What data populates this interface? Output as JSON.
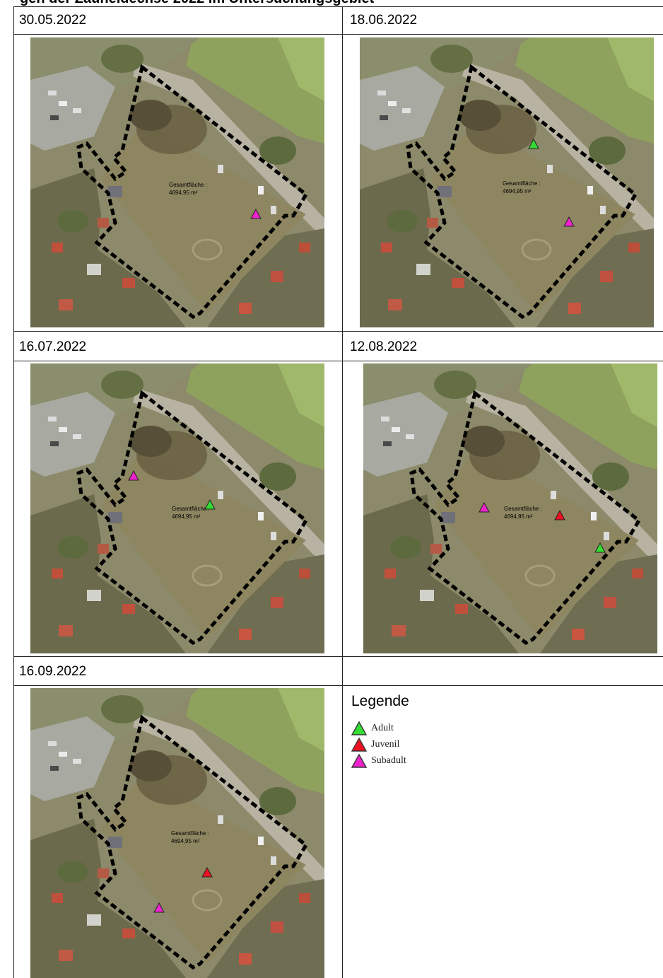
{
  "document": {
    "title_fragment": "gen der Zauneidechse 2022 im Untersuchungsgebiet",
    "area_label": "Gesamtfläche :",
    "area_value": "4694,95 m²"
  },
  "surveys": [
    {
      "date": "30.05.2022",
      "sightings": [
        {
          "stage": "Subadult"
        }
      ]
    },
    {
      "date": "18.06.2022",
      "sightings": [
        {
          "stage": "Adult"
        },
        {
          "stage": "Subadult"
        }
      ]
    },
    {
      "date": "16.07.2022",
      "sightings": [
        {
          "stage": "Subadult"
        },
        {
          "stage": "Adult"
        }
      ]
    },
    {
      "date": "12.08.2022",
      "sightings": [
        {
          "stage": "Subadult"
        },
        {
          "stage": "Juvenil"
        },
        {
          "stage": "Adult"
        }
      ]
    },
    {
      "date": "16.09.2022",
      "sightings": [
        {
          "stage": "Juvenil"
        },
        {
          "stage": "Subadult"
        }
      ]
    }
  ],
  "legend": {
    "title": "Legende",
    "items": [
      {
        "label": "Adult",
        "color": "#33dd33"
      },
      {
        "label": "Juvenil",
        "color": "#ee1122"
      },
      {
        "label": "Subadult",
        "color": "#ee22cc"
      }
    ]
  }
}
